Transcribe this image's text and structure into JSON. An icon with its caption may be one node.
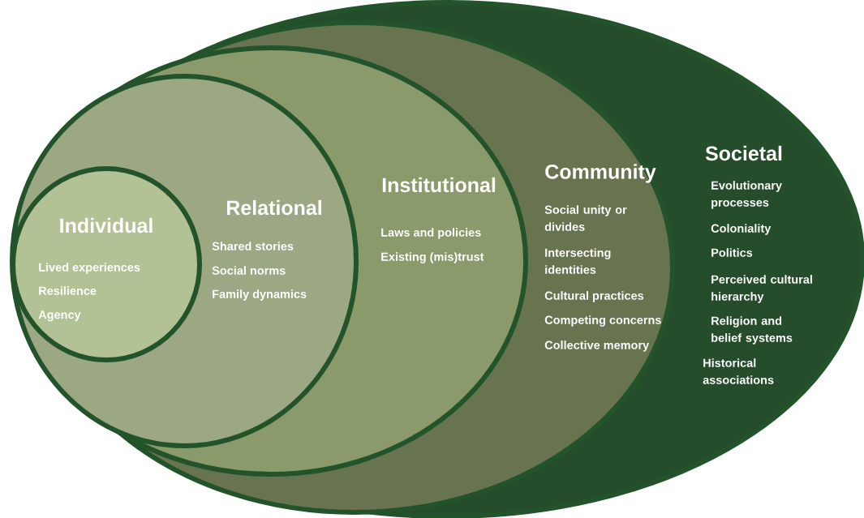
{
  "diagram": {
    "nodes": [
      {
        "text": [
          "Societal",
          "Evolutionary processes",
          "Coloniality",
          "Politics",
          "Perceived cultural hierarchy",
          "Religion and belief systems",
          "Historical associations"
        ]
      },
      {
        "text": [
          "Community",
          "Social unity or divides",
          "Intersecting identities",
          "Cultural practices",
          "Competing concerns",
          "Collective memory"
        ],
        "in": 0
      },
      {
        "text": [
          "Institutional",
          "Laws and policies",
          "Existing (mis)trust"
        ],
        "in": 1
      },
      {
        "text": [
          "Relational",
          "Shared stories",
          "Social norms",
          "Family dynamics"
        ],
        "in": 2
      },
      {
        "text": [
          "Individual",
          "Lived experiences",
          "Resilience",
          "Agency"
        ],
        "in": 3
      }
    ]
  }
}
